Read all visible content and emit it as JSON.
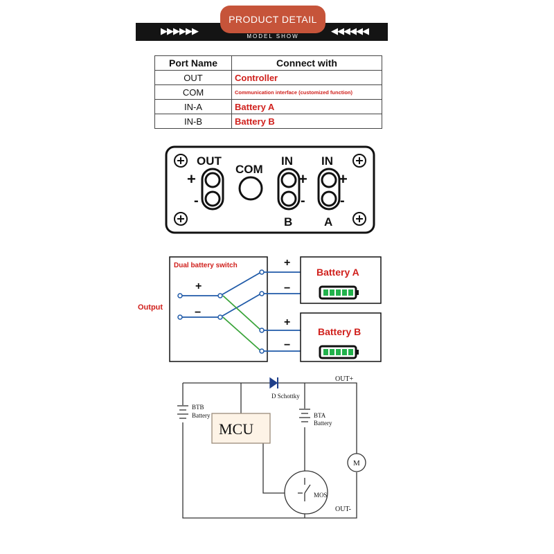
{
  "banner": {
    "title": "PRODUCT  DETAIL",
    "subtitle": "MODEL SHOW",
    "arrows_left": "▶▶▶▶▶▶",
    "arrows_right": "◀◀◀◀◀◀"
  },
  "table": {
    "headers": [
      "Port Name",
      "Connect with"
    ],
    "rows": [
      {
        "port": "OUT",
        "connect": "Controller"
      },
      {
        "port": "COM",
        "connect": "Communication interface (customized function)"
      },
      {
        "port": "IN-A",
        "connect": "Battery A"
      },
      {
        "port": "IN-B",
        "connect": "Battery B"
      }
    ]
  },
  "panel": {
    "out": "OUT",
    "com": "COM",
    "in_b": "IN",
    "in_a": "IN",
    "label_b": "B",
    "label_a": "A",
    "plus": "+",
    "minus": "-"
  },
  "switch_diagram": {
    "title": "Dual battery switch",
    "output_label": "Output",
    "plus": "+",
    "minus": "−",
    "battery_a": "Battery A",
    "battery_b": "Battery B"
  },
  "circuit": {
    "mcu": "MCU",
    "diode": "D Schottky",
    "btb": [
      "BTB",
      "Battery"
    ],
    "bta": [
      "BTA",
      "Battery"
    ],
    "motor": "M",
    "mos": "MOS",
    "out_plus": "OUT+",
    "out_minus": "OUT-"
  },
  "colors": {
    "accent_red": "#d0201c",
    "banner_orange": "#c6543a",
    "wire_blue": "#1f5aa8",
    "wire_green": "#3aa43a"
  }
}
